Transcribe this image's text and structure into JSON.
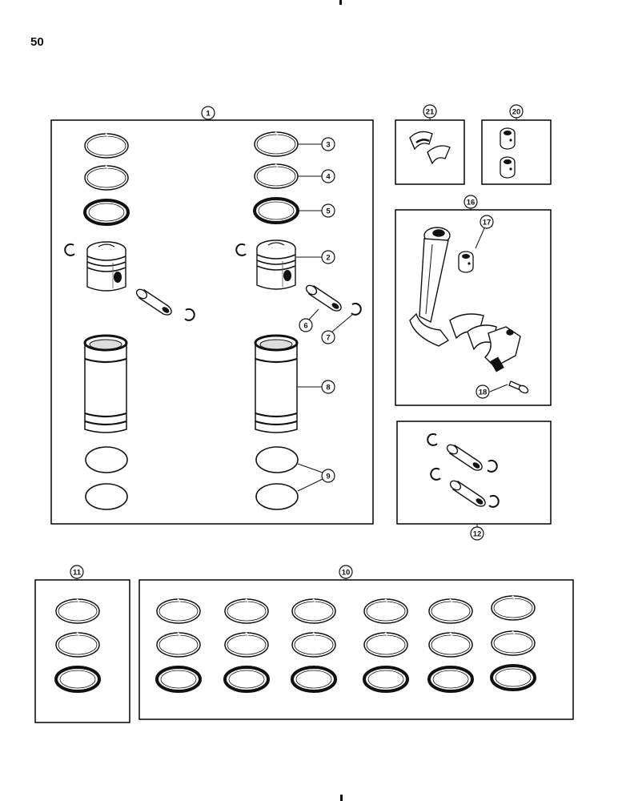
{
  "page": {
    "number": "50"
  },
  "callouts": {
    "c1": "1",
    "c2": "2",
    "c3": "3",
    "c4": "4",
    "c5": "5",
    "c6": "6",
    "c7": "7",
    "c8": "8",
    "c9": "9",
    "c10": "10",
    "c11": "11",
    "c12": "12",
    "c16": "16",
    "c17": "17",
    "c18": "18",
    "c20": "20",
    "c21": "21"
  }
}
